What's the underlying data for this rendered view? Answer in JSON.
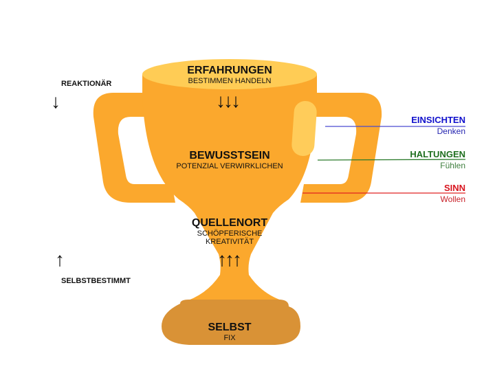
{
  "cup": {
    "top": {
      "title": "ERFAHRUNGEN",
      "subtitle": "BESTIMMEN HANDELN"
    },
    "middle": {
      "title": "BEWUSSTSEIN",
      "subtitle": "POTENZIAL VERWIRKLICHEN"
    },
    "neck": {
      "title": "QUELLENORT",
      "subtitle_line1": "SCHÖPFERISCHE",
      "subtitle_line2": "KREATIVITÄT"
    },
    "base": {
      "title": "SELBST",
      "subtitle": "FIX"
    },
    "down_arrows": "↓↓↓",
    "up_arrows": "↑↑↑"
  },
  "left": {
    "top_label": "REAKTIONÄR",
    "top_arrow": "↓",
    "bottom_label": "SELBSTBESTIMMT",
    "bottom_arrow": "↑"
  },
  "right": [
    {
      "title": "EINSICHTEN",
      "subtitle": "Denken",
      "color": "#1010CC",
      "sub_color": "#2525B0"
    },
    {
      "title": "HALTUNGEN",
      "subtitle": "Fühlen",
      "color": "#1E6E1E",
      "sub_color": "#3C7D3C"
    },
    {
      "title": "SINN",
      "subtitle": "Wollen",
      "color": "#D8141E",
      "sub_color": "#C82028"
    }
  ],
  "colors": {
    "cup": "#FBA82D",
    "rim": "#FFCC55",
    "base": "#D99236"
  }
}
